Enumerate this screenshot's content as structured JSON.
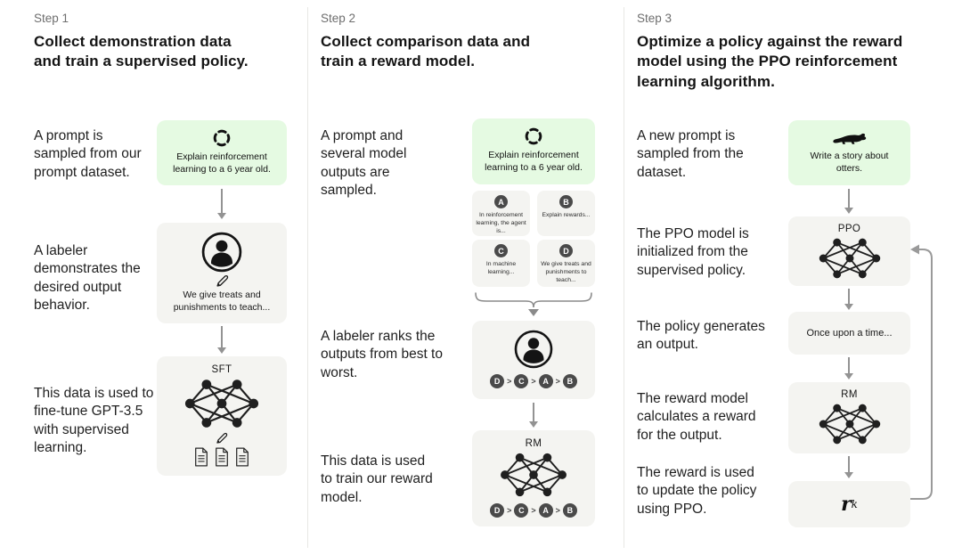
{
  "colors": {
    "prompt_box_bg": "#e5fae2",
    "box_bg": "#f4f4f1",
    "badge_bg": "#4a4a4a",
    "arrow": "#939393",
    "step_label": "#6e6e6e",
    "title_text": "#141414",
    "body_text": "#1f1f1f",
    "separator": "#e8e8e5"
  },
  "step1": {
    "label": "Step 1",
    "title": "Collect demonstration data and train a supervised policy.",
    "caption1": "A prompt is sampled from our prompt dataset.",
    "caption2": "A labeler demonstrates the desired output behavior.",
    "caption3": "This data is used to fine-tune GPT-3.5 with supervised learning.",
    "prompt_box": {
      "text": "Explain reinforcement learning to a 6 year old.",
      "icon": "dashed-circle-sample-icon"
    },
    "labeler_box": {
      "text": "We give treats and punishments to teach...",
      "icon": "person-icon"
    },
    "model_box": {
      "label": "SFT",
      "icon": "neural-network-icon"
    }
  },
  "step2": {
    "label": "Step 2",
    "title": "Collect comparison data and train a reward model.",
    "caption1": "A prompt and several model outputs are sampled.",
    "caption2": "A labeler ranks the outputs from best to worst.",
    "caption3": "This data is used to train our reward model.",
    "prompt_box": {
      "text": "Explain reinforcement learning to a 6 year old.",
      "icon": "dashed-circle-sample-icon"
    },
    "outputs": [
      {
        "badge": "A",
        "text": "In reinforcement learning, the agent is..."
      },
      {
        "badge": "B",
        "text": "Explain rewards..."
      },
      {
        "badge": "C",
        "text": "In machine learning..."
      },
      {
        "badge": "D",
        "text": "We give treats and punishments to teach..."
      }
    ],
    "ranking": {
      "items": [
        "D",
        "C",
        "A",
        "B"
      ],
      "separator": ">"
    },
    "model_box": {
      "label": "RM",
      "icon": "neural-network-icon"
    }
  },
  "step3": {
    "label": "Step 3",
    "title": "Optimize a policy against the reward model using the PPO reinforcement learning algorithm.",
    "caption1": "A new prompt is sampled from the dataset.",
    "caption2": "The PPO model is initialized from the supervised policy.",
    "caption3": "The policy generates an output.",
    "caption4": "The reward model calculates a reward for the output.",
    "caption5": "The reward is used to update the policy using PPO.",
    "prompt_box": {
      "text": "Write a story about otters.",
      "icon": "otter-icon"
    },
    "ppo_box": {
      "label": "PPO",
      "icon": "neural-network-icon"
    },
    "output_box": {
      "text": "Once upon a time..."
    },
    "rm_box": {
      "label": "RM",
      "icon": "neural-network-icon"
    },
    "reward_box": {
      "base": "r",
      "subscript": "k"
    }
  }
}
